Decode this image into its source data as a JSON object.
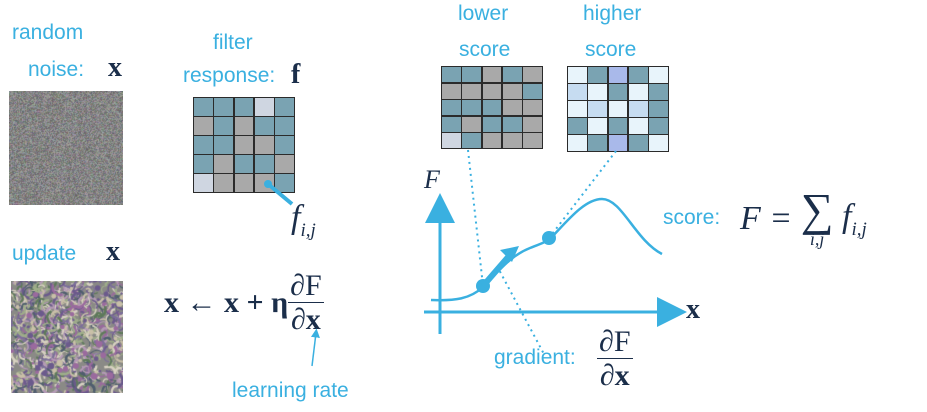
{
  "labels": {
    "random_noise_line1": "random",
    "random_noise_line2": "noise:",
    "filter_response_line1": "filter",
    "filter_response_line2": "response:",
    "update": "update",
    "lower_score_line1": "lower",
    "lower_score_line2": "score",
    "higher_score_line1": "higher",
    "higher_score_line2": "score",
    "score": "score:",
    "gradient": "gradient:",
    "learning_rate": "learning rate"
  },
  "math": {
    "x": "x",
    "f": "f",
    "f_ij_base": "f",
    "f_ij_sub": "i,j",
    "update_lhs": "x ← x + η",
    "dF": "∂F",
    "dx": "∂x",
    "F_axis": "F",
    "x_axis": "x",
    "score_eq_lhs": "F =",
    "sum_symbol": "∑",
    "sum_sub": "i,j",
    "sum_term_base": "f",
    "sum_term_sub": "i,j"
  },
  "colors": {
    "accent": "#3ab0e0",
    "math": "#1b2e4a",
    "teal": "#7aa3b2",
    "gray": "#a9a9a9",
    "light_blue": "#e8f4fb",
    "mid_blue": "#c6dcf1",
    "periwinkle": "#a9b9ea",
    "pale_gray_blue": "#cfd6e1"
  },
  "grids": {
    "filter": [
      [
        "teal",
        "teal",
        "teal",
        "pale_gray_blue",
        "teal"
      ],
      [
        "gray",
        "teal",
        "gray",
        "teal",
        "teal"
      ],
      [
        "teal",
        "teal",
        "gray",
        "gray",
        "teal"
      ],
      [
        "teal",
        "gray",
        "teal",
        "teal",
        "gray"
      ],
      [
        "pale_gray_blue",
        "gray",
        "gray",
        "gray",
        "teal"
      ]
    ],
    "lower": [
      [
        "teal",
        "teal",
        "gray",
        "teal",
        "gray"
      ],
      [
        "gray",
        "gray",
        "gray",
        "gray",
        "teal"
      ],
      [
        "teal",
        "teal",
        "teal",
        "gray",
        "gray"
      ],
      [
        "teal",
        "gray",
        "teal",
        "teal",
        "gray"
      ],
      [
        "pale_gray_blue",
        "teal",
        "gray",
        "gray",
        "gray"
      ]
    ],
    "higher": [
      [
        "light_blue",
        "teal",
        "periwinkle",
        "teal",
        "light_blue"
      ],
      [
        "mid_blue",
        "light_blue",
        "teal",
        "light_blue",
        "teal"
      ],
      [
        "light_blue",
        "mid_blue",
        "light_blue",
        "mid_blue",
        "teal"
      ],
      [
        "teal",
        "light_blue",
        "teal",
        "light_blue",
        "teal"
      ],
      [
        "light_blue",
        "teal",
        "periwinkle",
        "teal",
        "light_blue"
      ]
    ]
  }
}
